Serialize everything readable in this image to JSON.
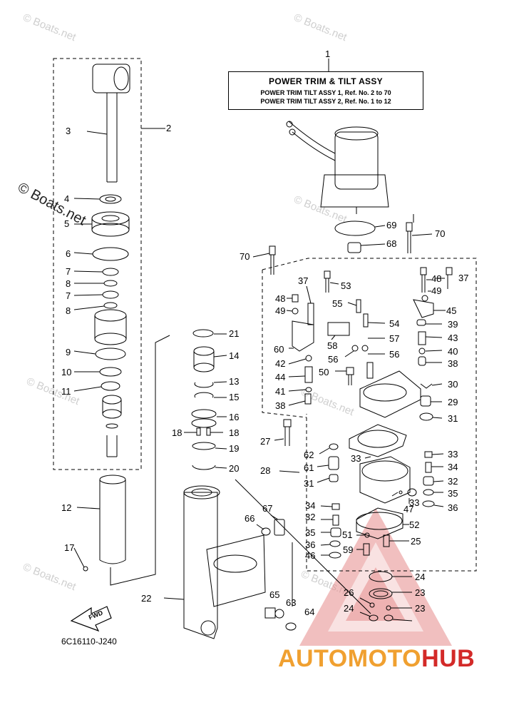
{
  "title_box": {
    "line1": "POWER TRIM & TILT ASSY",
    "line2": "POWER TRIM TILT ASSY 1,  Ref. No. 2 to 70",
    "line3": "POWER TRIM TILT ASSY 2,  Ref. No. 1 to 12"
  },
  "watermark": "© Boats.net",
  "diagram_code": "6C16110-J240",
  "fwd_label": "FWD",
  "logo": {
    "part1": "AUTOMOTO",
    "part2": "HUB"
  },
  "colors": {
    "line": "#000000",
    "watermark": "#cfcfcf",
    "logo_orange": "#f0a030",
    "logo_red": "#d32a28"
  },
  "callouts": [
    "1",
    "2",
    "3",
    "4",
    "5",
    "6",
    "7",
    "8",
    "7",
    "8",
    "9",
    "10",
    "11",
    "12",
    "17",
    "21",
    "14",
    "13",
    "15",
    "16",
    "18",
    "18",
    "19",
    "20",
    "22",
    "66",
    "67",
    "65",
    "63",
    "64",
    "69",
    "68",
    "70",
    "70",
    "37",
    "53",
    "48",
    "49",
    "55",
    "54",
    "58",
    "57",
    "56",
    "56",
    "60",
    "42",
    "44",
    "41",
    "38",
    "50",
    "45",
    "48",
    "49",
    "37",
    "39",
    "43",
    "40",
    "38",
    "30",
    "29",
    "31",
    "27",
    "28",
    "62",
    "61",
    "33",
    "31",
    "33",
    "34",
    "32",
    "35",
    "36",
    "47",
    "33",
    "34",
    "32",
    "35",
    "36",
    "46",
    "52",
    "51",
    "59",
    "25",
    "24",
    "26",
    "23",
    "24",
    "23"
  ]
}
